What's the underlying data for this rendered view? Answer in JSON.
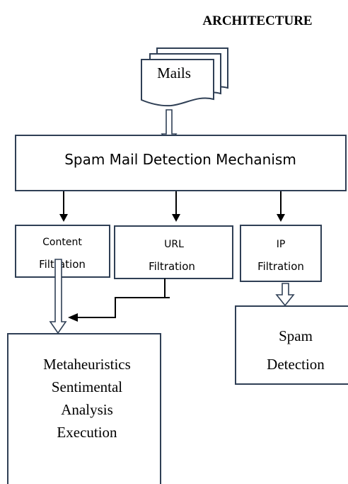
{
  "heading": "ARCHITECTURE",
  "nodes": {
    "mails": "Mails",
    "mechanism": "Spam Mail Detection Mechanism",
    "content_filtration": [
      "Content",
      "Filtration"
    ],
    "url_filtration": [
      "URL",
      "Filtration"
    ],
    "ip_filtration": [
      "IP",
      "Filtration"
    ],
    "spam_detection": [
      "Spam",
      "Detection"
    ],
    "metaheuristics": [
      "Metaheuristics",
      "Sentimental",
      "Analysis",
      "Execution"
    ]
  },
  "colors": {
    "box_stroke": "#2f3f55",
    "arrow": "#000000"
  }
}
